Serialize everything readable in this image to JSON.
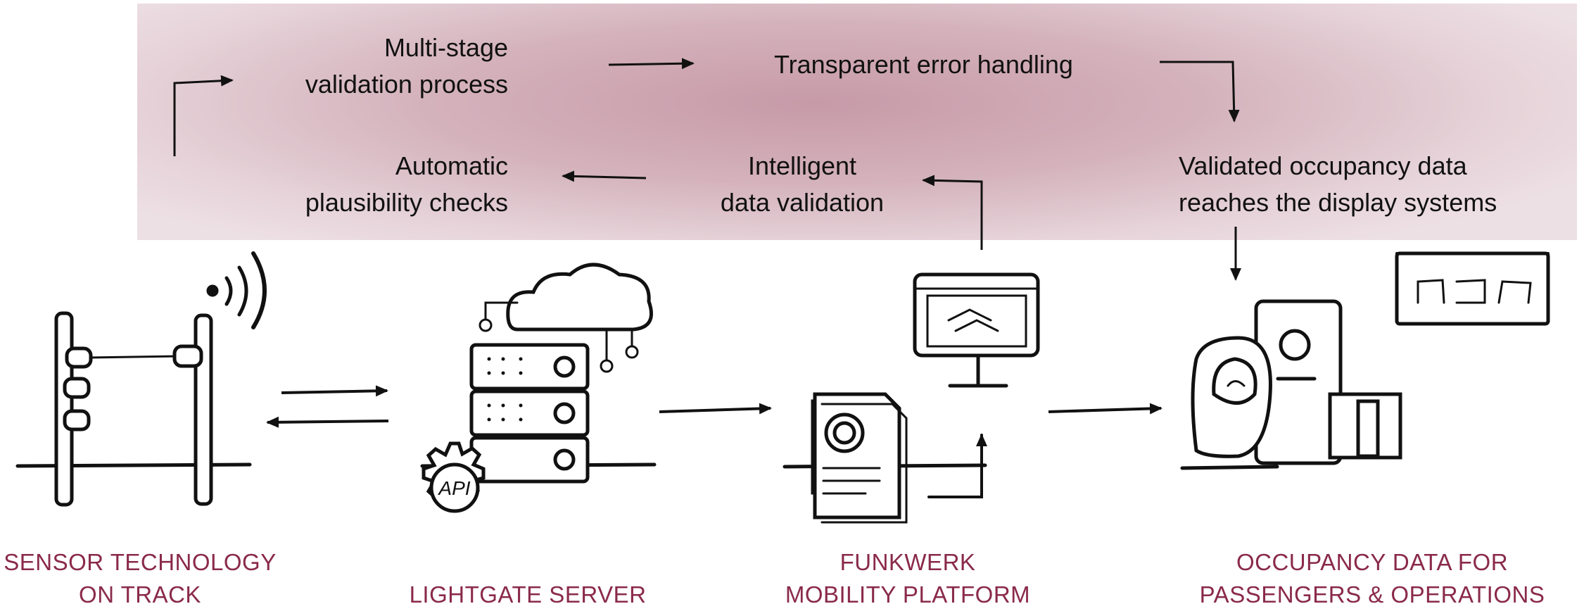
{
  "process_steps": {
    "multi_stage": "Multi-stage\nvalidation process",
    "transparent_error": "Transparent error handling",
    "automatic_checks": "Automatic\nplausibility checks",
    "intelligent_validation": "Intelligent\ndata validation",
    "validated_data": "Validated occupancy data\nreaches the display systems"
  },
  "stages": {
    "sensor": "SENSOR TECHNOLOGY\nON TRACK",
    "server": "LIGHTGATE SERVER",
    "platform": "FUNKWERK\nMOBILITY PLATFORM",
    "occupancy": "OCCUPANCY DATA FOR\nPASSENGERS & OPERATIONS"
  },
  "icons": {
    "api_gear_text": "API"
  },
  "colors": {
    "band_center": "#c79aa8",
    "band_edge": "#ede0e4",
    "label": "#8a2a4a",
    "ink": "#111111"
  }
}
